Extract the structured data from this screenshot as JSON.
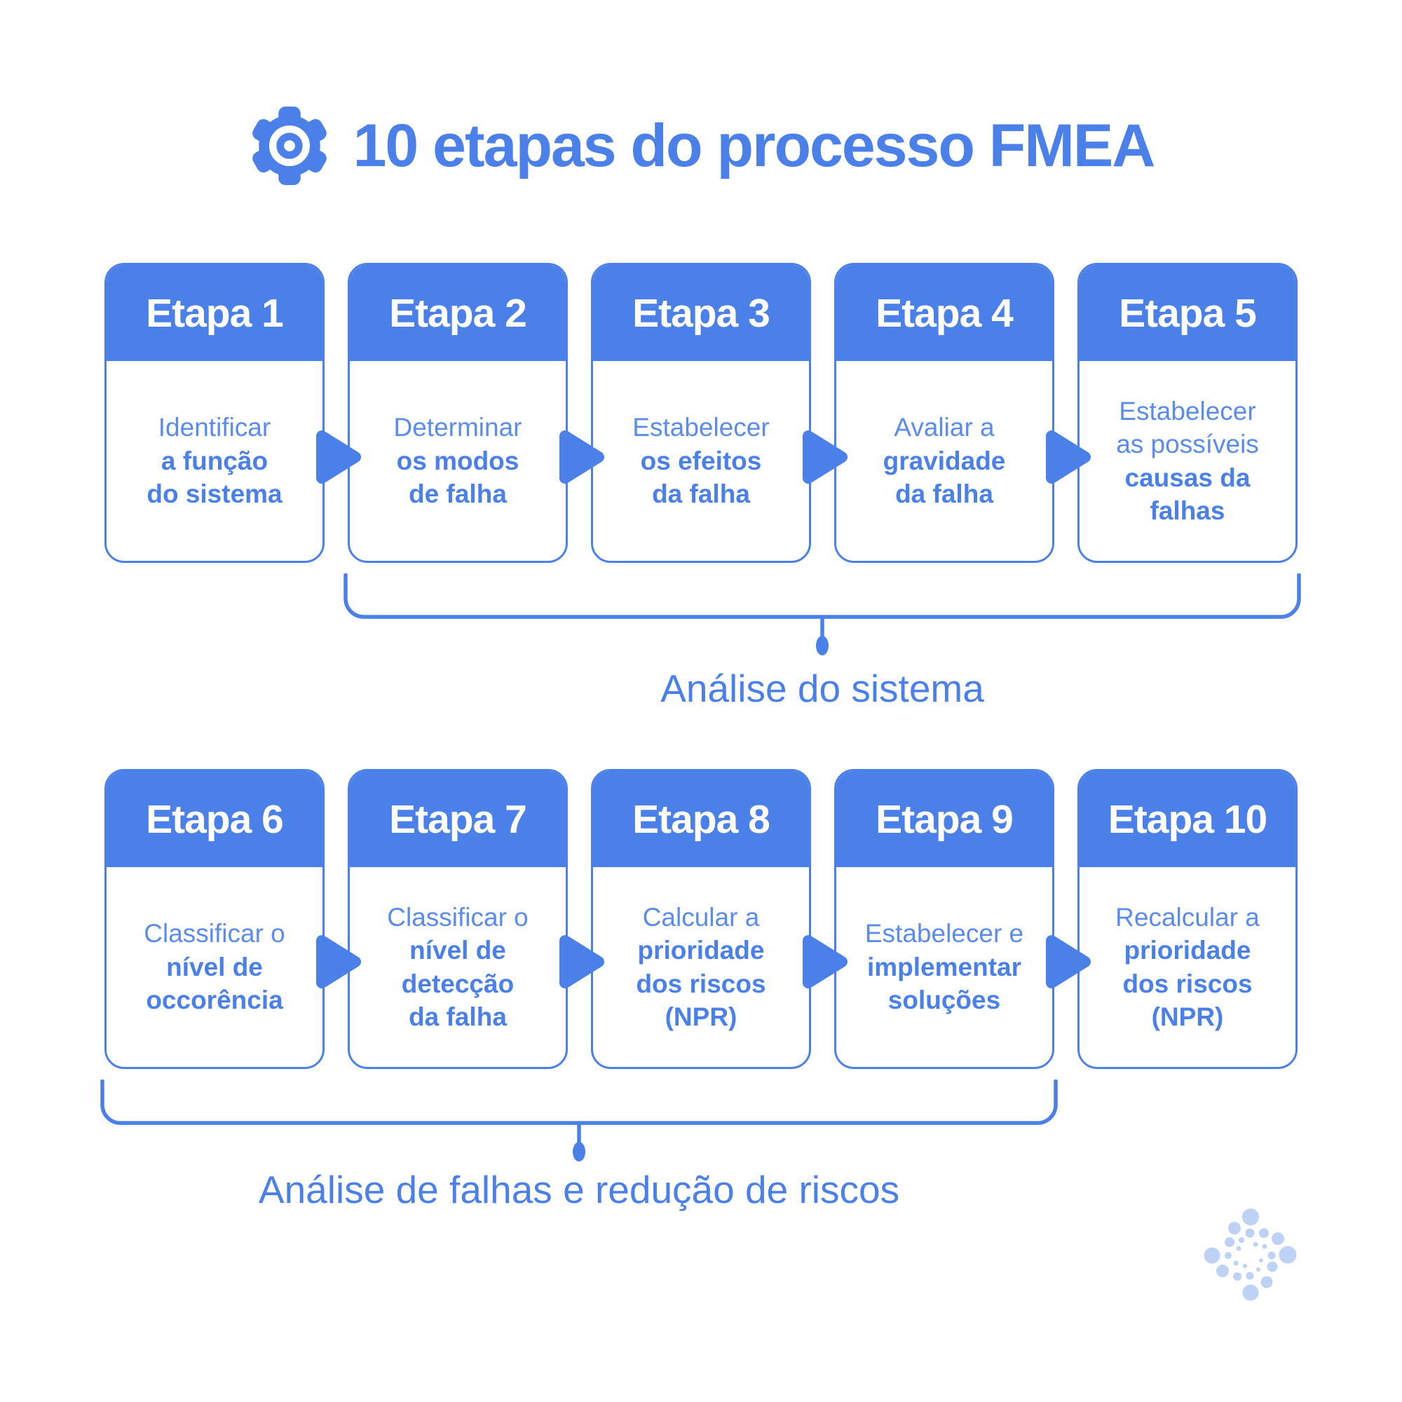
{
  "title": {
    "text": "10 etapas do processo FMEA",
    "icon": "gear-icon"
  },
  "colors": {
    "primary": "#4a80e8",
    "step_text_regular": "#5b8ceb",
    "header_text": "#ffffff",
    "logo_dot": "#bdd2f4",
    "background": "#ffffff"
  },
  "icons": {
    "title_icon": "gear-icon",
    "step_connector": "arrow-right-icon",
    "logo": "dots-spiral-logo"
  },
  "rows": [
    {
      "bracket_label": "Análise do sistema",
      "steps": [
        {
          "header": "Etapa 1",
          "lines": [
            {
              "text": "Identificar",
              "bold": false
            },
            {
              "text": "a função",
              "bold": true
            },
            {
              "text": "do sistema",
              "bold": true
            }
          ]
        },
        {
          "header": "Etapa 2",
          "lines": [
            {
              "text": "Determinar",
              "bold": false
            },
            {
              "text": "os modos",
              "bold": true
            },
            {
              "text": "de falha",
              "bold": true
            }
          ]
        },
        {
          "header": "Etapa 3",
          "lines": [
            {
              "text": "Estabelecer",
              "bold": false
            },
            {
              "text": "os efeitos",
              "bold": true
            },
            {
              "text": "da falha",
              "bold": true
            }
          ]
        },
        {
          "header": "Etapa 4",
          "lines": [
            {
              "text": "Avaliar a",
              "bold": false
            },
            {
              "text": "gravidade",
              "bold": true
            },
            {
              "text": "da falha",
              "bold": true
            }
          ]
        },
        {
          "header": "Etapa 5",
          "lines": [
            {
              "text": "Estabelecer",
              "bold": false
            },
            {
              "text": "as possíveis",
              "bold": false
            },
            {
              "text": "causas da",
              "bold": true
            },
            {
              "text": "falhas",
              "bold": true
            }
          ]
        }
      ]
    },
    {
      "bracket_label": "Análise de falhas e redução de riscos",
      "steps": [
        {
          "header": "Etapa 6",
          "lines": [
            {
              "text": "Classificar o",
              "bold": false
            },
            {
              "text": "nível de",
              "bold": true
            },
            {
              "text": "occorência",
              "bold": true
            }
          ]
        },
        {
          "header": "Etapa 7",
          "lines": [
            {
              "text": "Classificar o",
              "bold": false
            },
            {
              "text": "nível de",
              "bold": true
            },
            {
              "text": "detecção",
              "bold": true
            },
            {
              "text": "da falha",
              "bold": true
            }
          ]
        },
        {
          "header": "Etapa 8",
          "lines": [
            {
              "text": "Calcular a",
              "bold": false
            },
            {
              "text": "prioridade",
              "bold": true
            },
            {
              "text": "dos riscos",
              "bold": true
            },
            {
              "text": "(NPR)",
              "bold": true
            }
          ]
        },
        {
          "header": "Etapa 9",
          "lines": [
            {
              "text": "Estabelecer e",
              "bold": false
            },
            {
              "text": "implementar",
              "bold": true
            },
            {
              "text": "soluções",
              "bold": true
            }
          ]
        },
        {
          "header": "Etapa 10",
          "lines": [
            {
              "text": "Recalcular a",
              "bold": false
            },
            {
              "text": "prioridade",
              "bold": true
            },
            {
              "text": "dos riscos",
              "bold": true
            },
            {
              "text": "(NPR)",
              "bold": true
            }
          ]
        }
      ]
    }
  ]
}
